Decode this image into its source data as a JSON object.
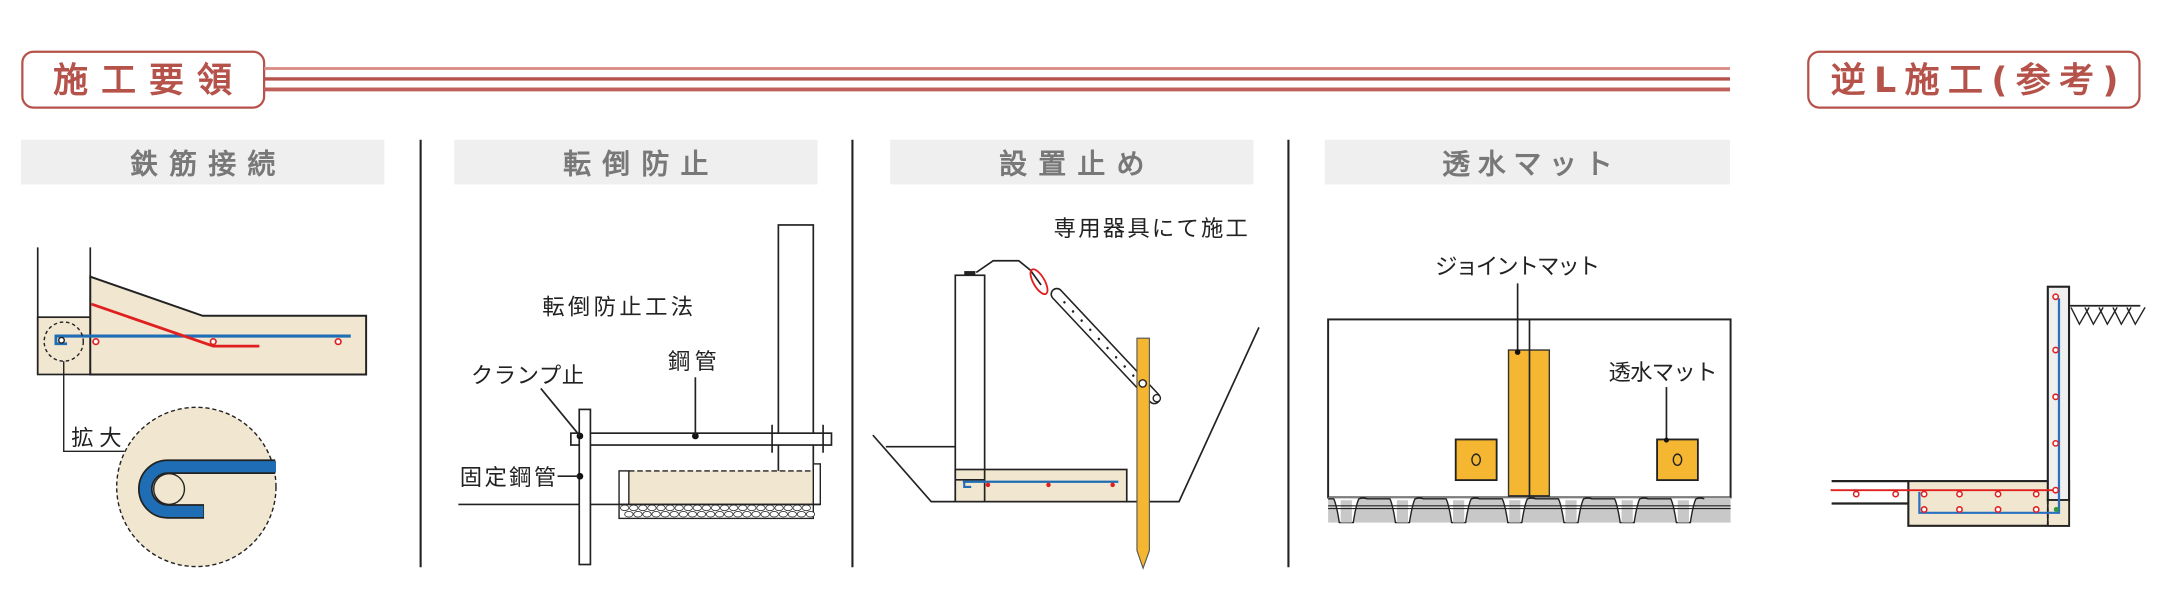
{
  "header": {
    "main_title": "施工要領",
    "reference_title": "逆L施工(参考)"
  },
  "colors": {
    "accent": "#b5524a",
    "rebar_blue": "#1f6db5",
    "rebar_red": "#e02020",
    "concrete": "#f1e6cf",
    "mat_orange": "#f5b731",
    "section_bg": "#efefef"
  },
  "sections": [
    {
      "title": "鉄筋接続",
      "labels": {
        "enlarge": "拡大"
      }
    },
    {
      "title": "転倒防止",
      "labels": {
        "method": "転倒防止工法",
        "clamp": "クランプ止",
        "steel_pipe": "鋼管",
        "fixed_pipe": "固定鋼管"
      }
    },
    {
      "title": "設置止め",
      "labels": {
        "tool": "専用器具にて施工"
      }
    },
    {
      "title": "透水マット",
      "labels": {
        "joint_mat": "ジョイントマット",
        "permeable_mat": "透水マット"
      }
    }
  ]
}
